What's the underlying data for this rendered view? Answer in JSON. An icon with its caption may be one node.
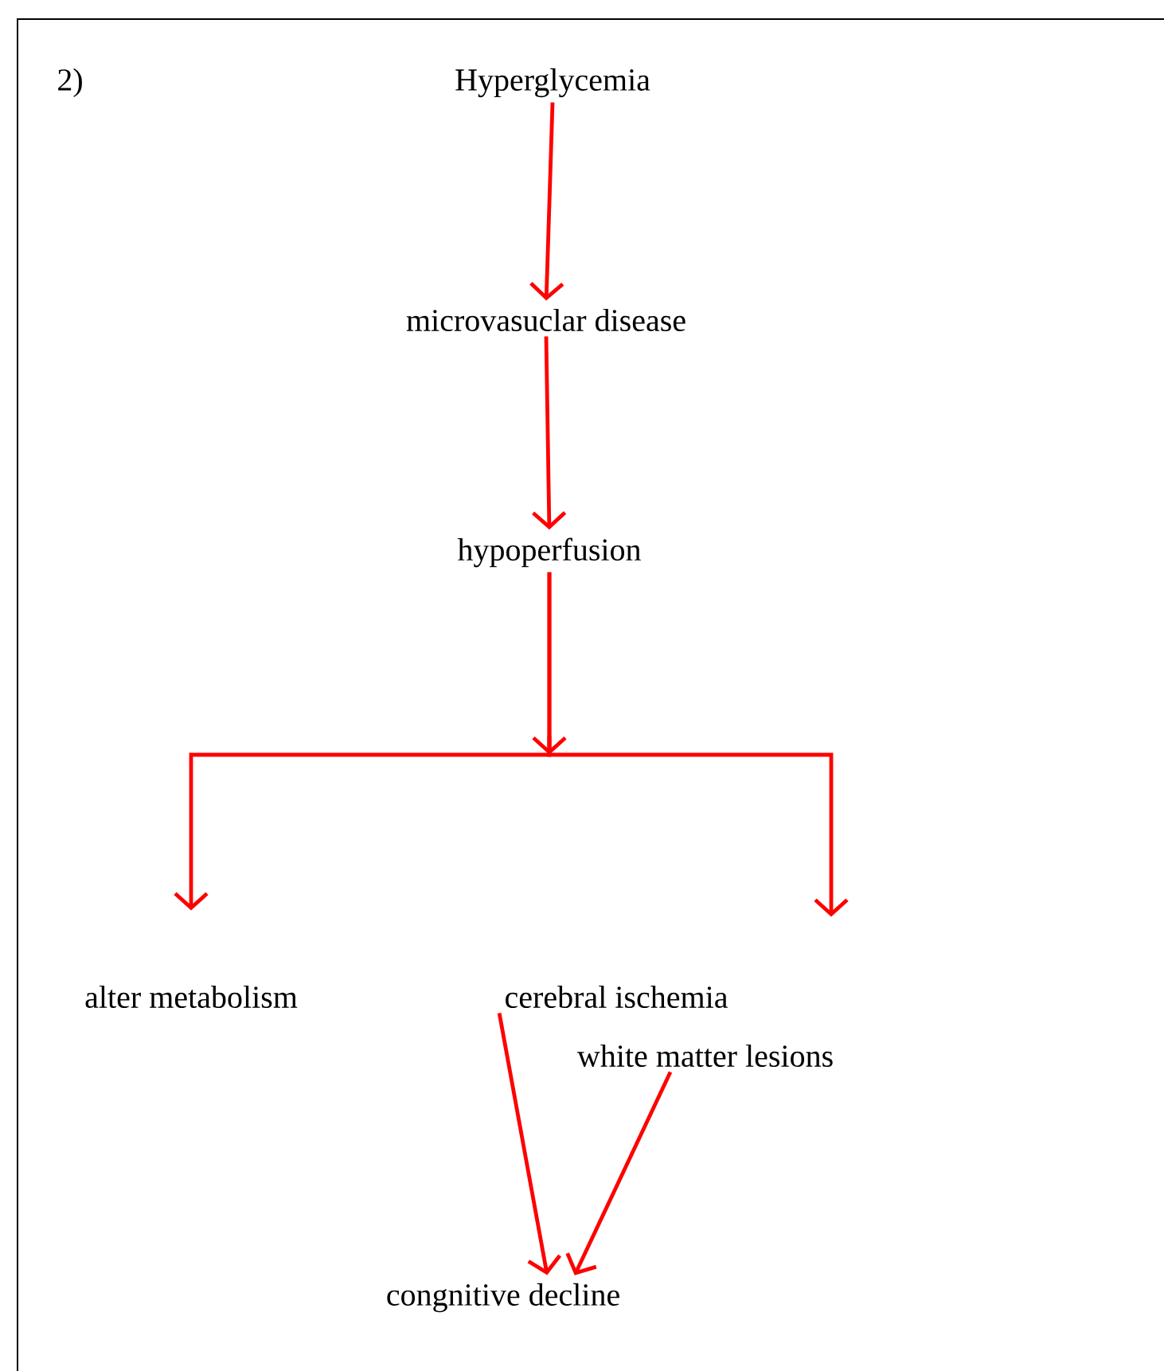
{
  "diagram": {
    "nodes": [
      {
        "text": [
          "Hyperglycemia"
        ]
      },
      {
        "text": [
          "microvasuclar disease"
        ]
      },
      {
        "text": [
          "hypoperfusion"
        ]
      },
      {
        "text": [
          "alter metabolism"
        ]
      },
      {
        "text": [
          "cerebral ischemia"
        ]
      },
      {
        "text": [
          "white matter lesions"
        ]
      },
      {
        "text": [
          "congnitive decline"
        ]
      }
    ],
    "edges": [
      {
        "from": 0,
        "to": 1,
        "arrow": "to"
      },
      {
        "from": 1,
        "to": 2,
        "arrow": "to"
      },
      {
        "from": 2,
        "to": 3,
        "arrow": "to"
      },
      {
        "from": 2,
        "to": 4,
        "arrow": "to"
      },
      {
        "from": 4,
        "to": 6,
        "arrow": "to"
      },
      {
        "from": 5,
        "to": 6,
        "arrow": "to"
      }
    ],
    "labels": [
      "2)"
    ]
  }
}
